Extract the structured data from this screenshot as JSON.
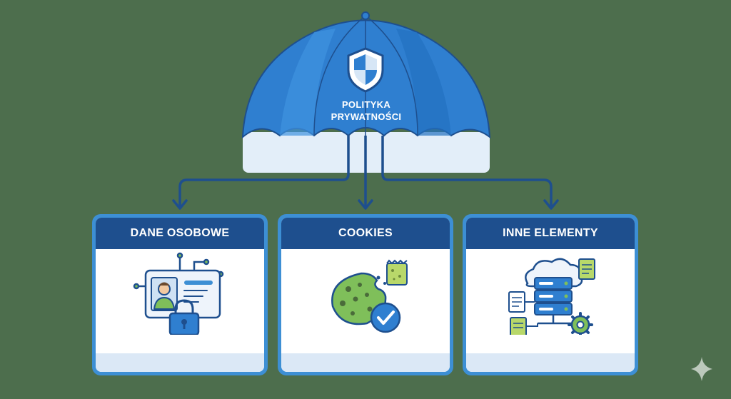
{
  "umbrella": {
    "title_line1": "POLITYKA",
    "title_line2": "PRYWATNOŚCI",
    "icon": "shield-icon"
  },
  "cards": [
    {
      "title": "DANE OSOBOWE",
      "icon": "id-card-lock-icon"
    },
    {
      "title": "COOKIES",
      "icon": "cookie-check-icon"
    },
    {
      "title": "INNE ELEMENTY",
      "icon": "server-cloud-icon"
    }
  ],
  "watermark_icon": "sparkle-icon",
  "colors": {
    "background": "#4d6e4d",
    "umbrella_blue": "#2f7fd0",
    "dark_navy": "#1e4f8e",
    "light_blue": "#dbe8f6",
    "accent_green": "#7fbf5a"
  }
}
